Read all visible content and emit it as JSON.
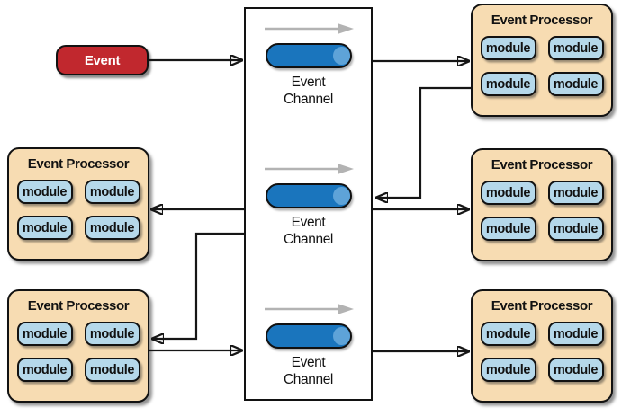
{
  "diagram": {
    "event": {
      "label": "Event"
    },
    "channels": [
      {
        "id": "event-channel-1",
        "label": "Event Channel"
      },
      {
        "id": "event-channel-2",
        "label": "Event Channel"
      },
      {
        "id": "event-channel-3",
        "label": "Event Channel"
      }
    ],
    "processors": [
      {
        "id": "processor-top-right",
        "position": "top-right",
        "title": "Event Processor",
        "modules": [
          "module",
          "module",
          "module",
          "module"
        ]
      },
      {
        "id": "processor-middle-right",
        "position": "middle-right",
        "title": "Event Processor",
        "modules": [
          "module",
          "module",
          "module",
          "module"
        ]
      },
      {
        "id": "processor-bottom-right",
        "position": "bottom-right",
        "title": "Event Processor",
        "modules": [
          "module",
          "module",
          "module",
          "module"
        ]
      },
      {
        "id": "processor-middle-left",
        "position": "middle-left",
        "title": "Event Processor",
        "modules": [
          "module",
          "module",
          "module",
          "module"
        ]
      },
      {
        "id": "processor-bottom-left",
        "position": "bottom-left",
        "title": "Event Processor",
        "modules": [
          "module",
          "module",
          "module",
          "module"
        ]
      }
    ],
    "connections": [
      {
        "from": "event",
        "to": "event-channel-1"
      },
      {
        "from": "event-channel-1",
        "to": "processor-top-right"
      },
      {
        "from": "processor-top-right",
        "to": "event-channel-2"
      },
      {
        "from": "event-channel-2",
        "to": "processor-middle-right"
      },
      {
        "from": "event-channel-2",
        "to": "processor-middle-left"
      },
      {
        "from": "event-channel-2",
        "to": "processor-bottom-left"
      },
      {
        "from": "processor-bottom-left",
        "to": "event-channel-3"
      },
      {
        "from": "event-channel-3",
        "to": "processor-bottom-right"
      }
    ],
    "colors": {
      "event_fill": "#c1282e",
      "event_text": "#ffffff",
      "processor_fill": "#f7dcb2",
      "module_fill": "#b5d8ea",
      "channel_cylinder_fill": "#1a75bd",
      "channel_cylinder_highlight": "#5ea3d8",
      "flow_arrow_gray": "#b3b3b3",
      "connector_stroke": "#161616",
      "border_black": "#121212"
    }
  }
}
